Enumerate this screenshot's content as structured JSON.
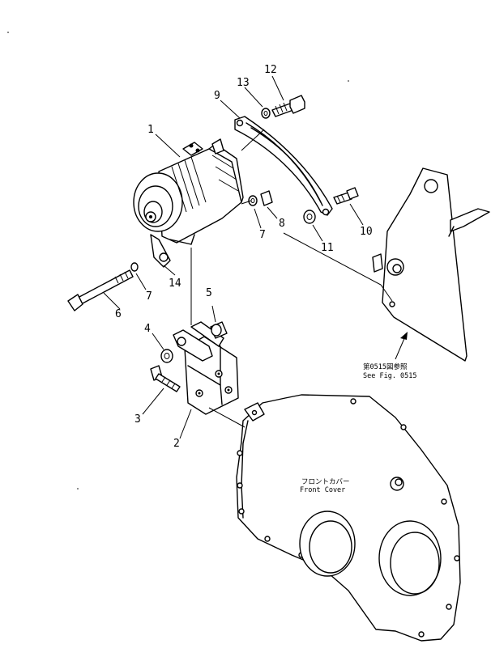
{
  "callouts": [
    "1",
    "2",
    "3",
    "4",
    "5",
    "6",
    "7",
    "7",
    "8",
    "9",
    "10",
    "11",
    "12",
    "13",
    "14"
  ],
  "notes": {
    "front_cover_jp": "フロントカバー",
    "front_cover_en": "Front Cover",
    "see_fig_jp": "第0515図参照",
    "see_fig_en": "See Fig. 0515"
  }
}
